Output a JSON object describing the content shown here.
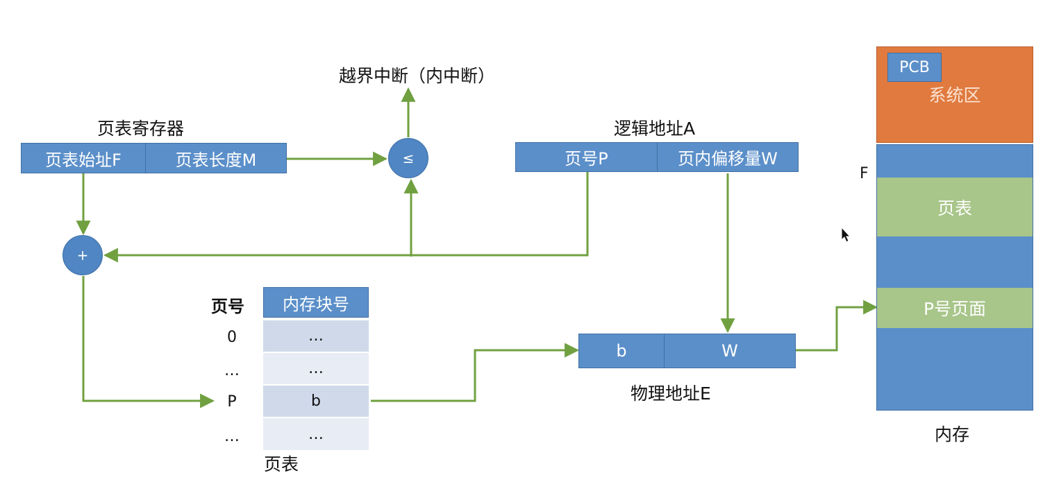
{
  "interrupt_label": "越界中断（内中断）",
  "page_table_register": {
    "title": "页表寄存器",
    "start_field": "页表始址F",
    "length_field": "页表长度M"
  },
  "comparator_symbol": "≤",
  "adder_symbol": "+",
  "logical_address": {
    "title": "逻辑地址A",
    "page_field": "页号P",
    "offset_field": "页内偏移量W"
  },
  "page_table": {
    "caption": "页表",
    "header_index": "页号",
    "header_block": "内存块号",
    "rows": [
      {
        "index": "0",
        "block": "…"
      },
      {
        "index": "…",
        "block": "…"
      },
      {
        "index": "P",
        "block": "b"
      },
      {
        "index": "…",
        "block": "…"
      }
    ]
  },
  "physical_address": {
    "title": "物理地址E",
    "block_field": "b",
    "offset_field": "W"
  },
  "memory": {
    "caption": "内存",
    "pcb_label": "PCB",
    "system_area": "系统区",
    "f_marker": "F",
    "page_table_area": "页表",
    "page_area": "P号页面"
  },
  "colors": {
    "box_blue": "#5b8fc9",
    "system_orange": "#e07a3f",
    "area_green": "#a8c58a",
    "arrow_green": "#70a040",
    "table_row_dark": "#cfd9ea",
    "table_row_light": "#e8edf5"
  }
}
